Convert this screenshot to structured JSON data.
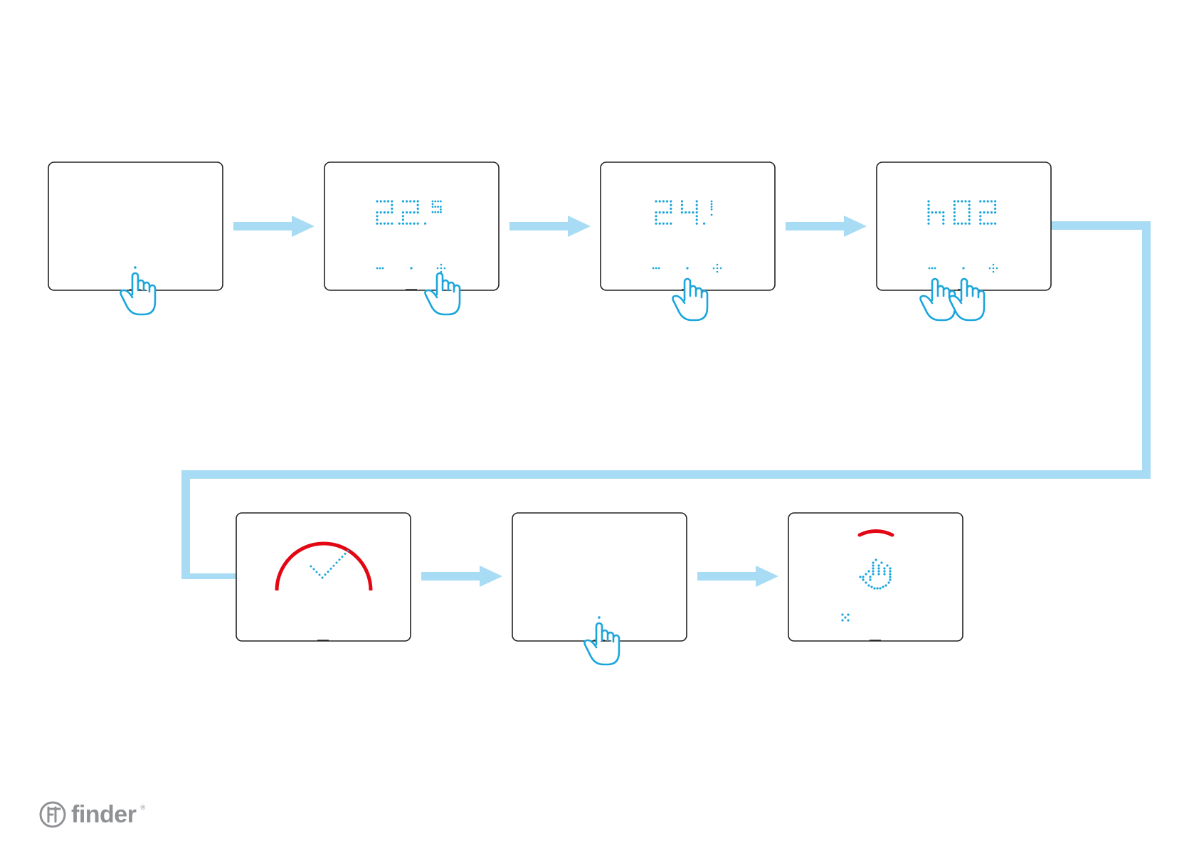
{
  "diagram": {
    "flow_color": "#a8dcf4",
    "display_color": "#1aa6dc",
    "accent_color": "#e30613",
    "frame_color": "#222222",
    "screens": [
      {
        "id": "s1",
        "content": "blank",
        "indicators": [
          "dot"
        ],
        "touch": "single"
      },
      {
        "id": "s2",
        "content": "22.5",
        "indicators": [
          "dots-3",
          "dot",
          "plus"
        ],
        "touch": "single"
      },
      {
        "id": "s3",
        "content": "24.!",
        "indicators": [
          "dots-3",
          "dot",
          "plus"
        ],
        "touch": "single"
      },
      {
        "id": "s4",
        "content": "h02",
        "indicators": [
          "dots-3",
          "dot",
          "plus"
        ],
        "touch": "double"
      },
      {
        "id": "s5",
        "content": "check-gauge",
        "indicators": [],
        "touch": "none"
      },
      {
        "id": "s6",
        "content": "blank",
        "indicators": [
          "dot"
        ],
        "touch": "single"
      },
      {
        "id": "s7",
        "content": "hand",
        "indicators": [
          "x"
        ],
        "touch": "none"
      }
    ]
  },
  "brand": {
    "logo_icon": "finder-logo-icon",
    "name": "finder",
    "mark": "®",
    "color": "#8f9195"
  }
}
